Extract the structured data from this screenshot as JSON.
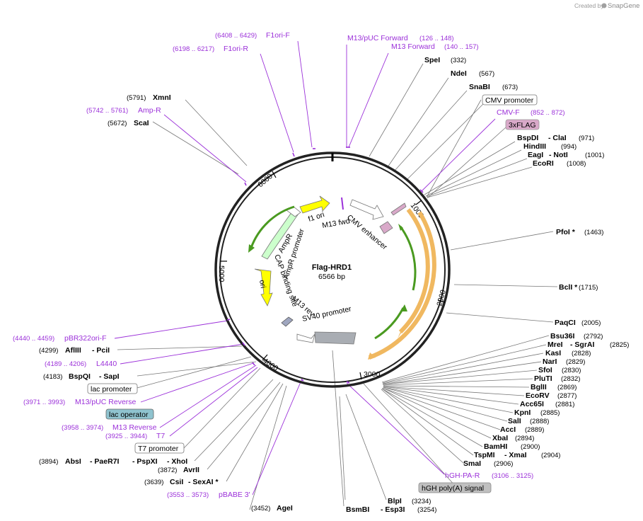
{
  "credit": {
    "prefix": "Created by",
    "brand": "SnapGene"
  },
  "plasmid": {
    "name": "Flag-HRD1",
    "size": "6566 bp"
  },
  "ticks": [
    "1000",
    "2000",
    "3000",
    "4000",
    "5000",
    "6000"
  ],
  "inner_features": [
    "f1 ori",
    "M13 fwd",
    "CMV enhancer",
    "AmpR",
    "AmpR promoter",
    "CAP binding site",
    "ori",
    "M13 rev",
    "SV40 promoter"
  ],
  "enzymes_right": [
    {
      "name": "SpeI",
      "pos": "(332)"
    },
    {
      "name": "NdeI",
      "pos": "(567)"
    },
    {
      "name": "SnaBI",
      "pos": "(673)"
    },
    {
      "name": "BspDI",
      "sep": "- ClaI",
      "pos": "(971)"
    },
    {
      "name": "HindIII",
      "pos": "(994)"
    },
    {
      "name": "EagI",
      "sep": "- NotI",
      "pos": "(1001)"
    },
    {
      "name": "EcoRI",
      "pos": "(1008)"
    },
    {
      "name": "PfoI *",
      "pos": "(1463)"
    },
    {
      "name": "BclI *",
      "pos": "(1715)"
    },
    {
      "name": "PaqCI",
      "pos": "(2005)"
    },
    {
      "name": "Bsu36I",
      "pos": "(2792)"
    },
    {
      "name": "MreI",
      "sep": "- SgrAI",
      "pos": "(2825)"
    },
    {
      "name": "KasI",
      "pos": "(2828)"
    },
    {
      "name": "NarI",
      "pos": "(2829)"
    },
    {
      "name": "SfoI",
      "pos": "(2830)"
    },
    {
      "name": "PluTI",
      "pos": "(2832)"
    },
    {
      "name": "BglII",
      "pos": "(2869)"
    },
    {
      "name": "EcoRV",
      "pos": "(2877)"
    },
    {
      "name": "Acc65I",
      "pos": "(2881)"
    },
    {
      "name": "KpnI",
      "pos": "(2885)"
    },
    {
      "name": "SalI",
      "pos": "(2888)"
    },
    {
      "name": "AccI",
      "pos": "(2889)"
    },
    {
      "name": "XbaI",
      "pos": "(2894)"
    },
    {
      "name": "BamHI",
      "pos": "(2900)"
    },
    {
      "name": "TspMI",
      "sep": "- XmaI",
      "pos": "(2904)"
    },
    {
      "name": "SmaI",
      "pos": "(2906)"
    },
    {
      "name": "BlpI",
      "pos": "(3234)"
    },
    {
      "name": "BsmBI",
      "sep": "- Esp3I",
      "pos": "(3254)"
    }
  ],
  "enzymes_left": [
    {
      "pos": "(5791)",
      "name": "XmnI"
    },
    {
      "pos": "(5672)",
      "name": "ScaI"
    },
    {
      "pos": "(4299)",
      "name": "AflIII",
      "sep": "- PciI"
    },
    {
      "pos": "(4183)",
      "name": "BspQI",
      "sep": "- SapI"
    },
    {
      "pos": "(3894)",
      "name": "AbsI",
      "sep": "- PaeR7I",
      "sep2": "- PspXI",
      "sep3": "- XhoI"
    },
    {
      "pos": "(3872)",
      "name": "AvrII"
    },
    {
      "pos": "(3639)",
      "name": "CsiI",
      "sep": "- SexAI *"
    },
    {
      "pos": "(3452)",
      "name": "AgeI"
    }
  ],
  "primers": [
    {
      "name": "F1ori-F",
      "pos": "(6408 .. 6429)"
    },
    {
      "name": "F1ori-R",
      "pos": "(6198 .. 6217)"
    },
    {
      "name": "M13/pUC Forward",
      "pos": "(126 .. 148)"
    },
    {
      "name": "M13 Forward",
      "pos": "(140 .. 157)"
    },
    {
      "name": "CMV-F",
      "pos": "(852 .. 872)"
    },
    {
      "name": "Amp-R",
      "pos": "(5742 .. 5761)"
    },
    {
      "name": "pBR322ori-F",
      "pos": "(4440 .. 4459)"
    },
    {
      "name": "L4440",
      "pos": "(4189 .. 4206)"
    },
    {
      "name": "M13/pUC Reverse",
      "pos": "(3971 .. 3993)"
    },
    {
      "name": "M13 Reverse",
      "pos": "(3958 .. 3974)"
    },
    {
      "name": "T7",
      "pos": "(3925 .. 3944)"
    },
    {
      "name": "pBABE 3'",
      "pos": "(3553 .. 3573)"
    },
    {
      "name": "hGH-PA-R",
      "pos": "(3106 .. 3125)"
    }
  ],
  "boxed_features": [
    "CMV promoter",
    "3xFLAG",
    "lac promoter",
    "lac operator",
    "T7 promoter",
    "hGH poly(A) signal"
  ],
  "colors": {
    "primer": "#9b30d9",
    "orf": "#f0a030",
    "green": "#4a9a20",
    "ori": "#ffff00",
    "ampr": "#ccffcc"
  }
}
